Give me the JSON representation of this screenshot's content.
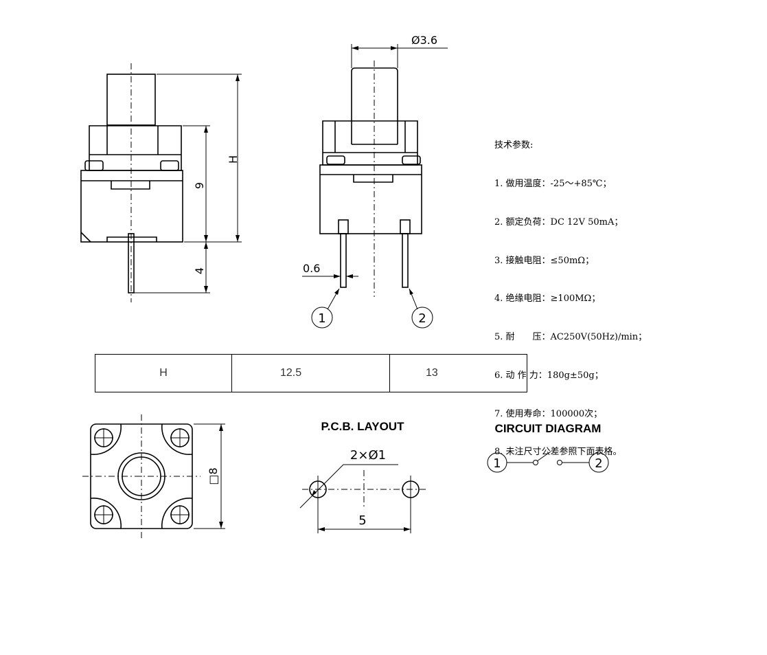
{
  "side_view": {
    "dim_h": "H",
    "dim_9": "9",
    "dim_4": "4"
  },
  "front_view": {
    "dim_diameter": "Ø3.6",
    "dim_pin": "0.6",
    "pin_1": "1",
    "pin_2": "2"
  },
  "specs": {
    "title": "技术参数:",
    "items": [
      "1. 做用温度：-25～+85℃；",
      "2. 额定负荷：DC 12V 50mA；",
      "3. 接触电阻：≤50mΩ；",
      "4. 绝缘电阻：≥100MΩ；",
      "5. 耐　　压：AC250V(50Hz)/min；",
      "6. 动 作 力：180g±50g；",
      "7. 使用寿命：100000次；",
      "8. 未注尺寸公差参照下面表格。"
    ]
  },
  "table": {
    "cells": [
      "H",
      "12.5",
      "13"
    ]
  },
  "top_view": {
    "dim_square": "□8"
  },
  "pcb": {
    "title": "P.C.B. LAYOUT",
    "hole_label": "2×Ø1",
    "spacing": "5"
  },
  "circuit": {
    "title": "CIRCUIT DIAGRAM",
    "node_1": "1",
    "node_2": "2"
  }
}
